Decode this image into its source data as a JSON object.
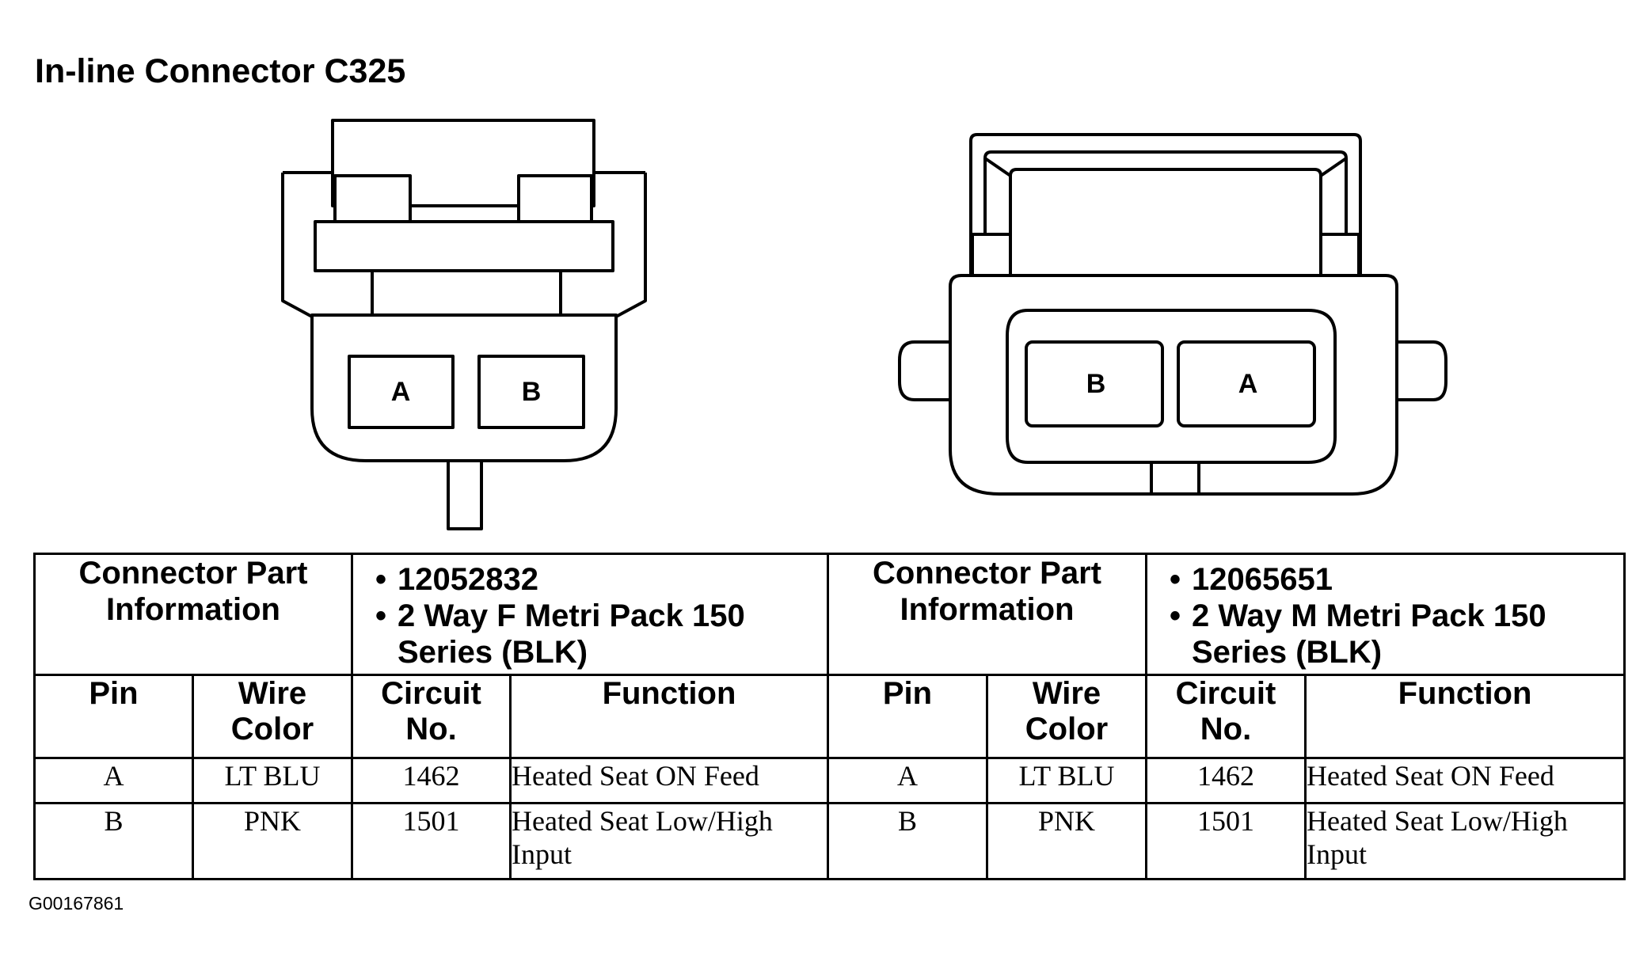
{
  "title": "In-line Connector C325",
  "left_connector": {
    "pins": [
      "A",
      "B"
    ]
  },
  "right_connector": {
    "pins": [
      "B",
      "A"
    ]
  },
  "tables": [
    {
      "part_header": "Connector Part Information",
      "part_lines": [
        "12052832",
        "2 Way F Metri Pack 150 Series (BLK)"
      ],
      "columns": [
        "Pin",
        "Wire Color",
        "Circuit No.",
        "Function"
      ],
      "rows": [
        [
          "A",
          "LT BLU",
          "1462",
          "Heated Seat ON Feed"
        ],
        [
          "B",
          "PNK",
          "1501",
          "Heated Seat Low/High Input"
        ]
      ]
    },
    {
      "part_header": "Connector Part Information",
      "part_lines": [
        "12065651",
        "2 Way M Metri Pack 150 Series (BLK)"
      ],
      "columns": [
        "Pin",
        "Wire Color",
        "Circuit No.",
        "Function"
      ],
      "rows": [
        [
          "A",
          "LT BLU",
          "1462",
          "Heated Seat ON Feed"
        ],
        [
          "B",
          "PNK",
          "1501",
          "Heated Seat Low/High Input"
        ]
      ]
    }
  ],
  "figure_id": "G00167861"
}
